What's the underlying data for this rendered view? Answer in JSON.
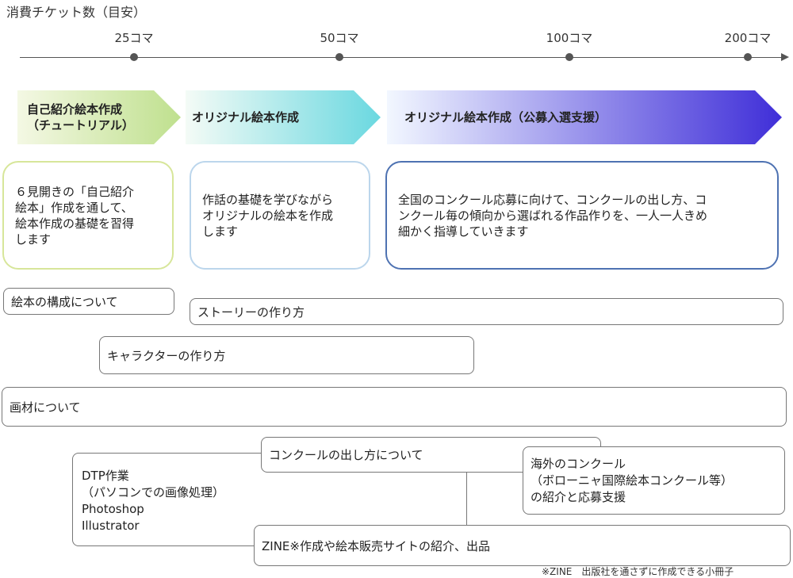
{
  "title": "消費チケット数（目安）",
  "timeline": {
    "ticks": [
      "25コマ",
      "50コマ",
      "100コマ",
      "200コマ"
    ]
  },
  "phases": [
    {
      "label": "自己紹介絵本作成\n（チュートリアル）",
      "gradient_from": "#f4f8e4",
      "gradient_to": "#bfe08e"
    },
    {
      "label": "オリジナル絵本作成",
      "gradient_from": "#f4fbf6",
      "gradient_to": "#6ad8e0"
    },
    {
      "label": "オリジナル絵本作成（公募入選支援）",
      "gradient_from": "#f2f7ff",
      "gradient_to": "#3f2ed8"
    }
  ],
  "descriptions": [
    {
      "text": "６見開きの「自己紹介\n絵本」作成を通して、\n絵本作成の基礎を習得\nします",
      "border": "#d7e69a"
    },
    {
      "text": "作話の基礎を学びながら\nオリジナルの絵本を作成\nします",
      "border": "#bcd6ec"
    },
    {
      "text": "全国のコンクール応募に向けて、コンクールの出し方、コ\nンクール毎の傾向から選ばれる作品作りを、一人一人きめ\n細かく指導していきます",
      "border": "#4e72b2"
    }
  ],
  "topics": {
    "composition": "絵本の構成について",
    "story": "ストーリーの作り方",
    "character": "キャラクターの作り方",
    "materials": "画材について",
    "contest": "コンクールの出し方について",
    "dtp": "DTP作業\n（パソコンでの画像処理）\nPhotoshop\nIllustrator",
    "overseas": "海外のコンクール\n（ボローニャ国際絵本コンクール等）\nの紹介と応募支援",
    "zine": "ZINE※作成や絵本販売サイトの紹介、出品"
  },
  "footnote": "※ZINE　出版社を通さずに作成できる小冊子"
}
